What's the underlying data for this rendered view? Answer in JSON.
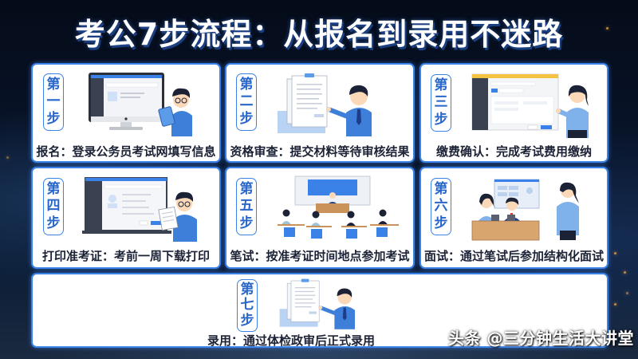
{
  "page": {
    "title": "考公7步流程：从报名到录用不迷路",
    "watermark": "头条 @三分钟生活大讲堂"
  },
  "colors": {
    "accent": "#3b82e8",
    "badge_text": "#2867c9",
    "caption_text": "#1c2235",
    "background": "#08142a"
  },
  "steps": [
    {
      "badge": [
        "第",
        "一",
        "步"
      ],
      "caption": "报名：登录公务员考试网填写信息",
      "illustration": "man-with-tablet-at-computer"
    },
    {
      "badge": [
        "第",
        "二",
        "步"
      ],
      "caption": "资格审查：提交材料等待审核结果",
      "illustration": "man-pointing-at-documents"
    },
    {
      "badge": [
        "第",
        "三",
        "步"
      ],
      "caption": "缴费确认：完成考试费用缴纳",
      "illustration": "woman-beside-payment-window"
    },
    {
      "badge": [
        "第",
        "四",
        "步"
      ],
      "caption": "打印准考证：考前一周下载打印",
      "illustration": "man-holding-printed-admission-ticket"
    },
    {
      "badge": [
        "第",
        "五",
        "步"
      ],
      "caption": "笔试：按准考证时间地点参加考试",
      "illustration": "exam-classroom"
    },
    {
      "badge": [
        "第",
        "六",
        "步"
      ],
      "caption": "面试：通过笔试后参加结构化面试",
      "illustration": "interview-panel"
    },
    {
      "badge": [
        "第",
        "七",
        "步"
      ],
      "caption": "录用：通过体检政审后正式录用",
      "illustration": "man-pointing-at-documents"
    }
  ]
}
